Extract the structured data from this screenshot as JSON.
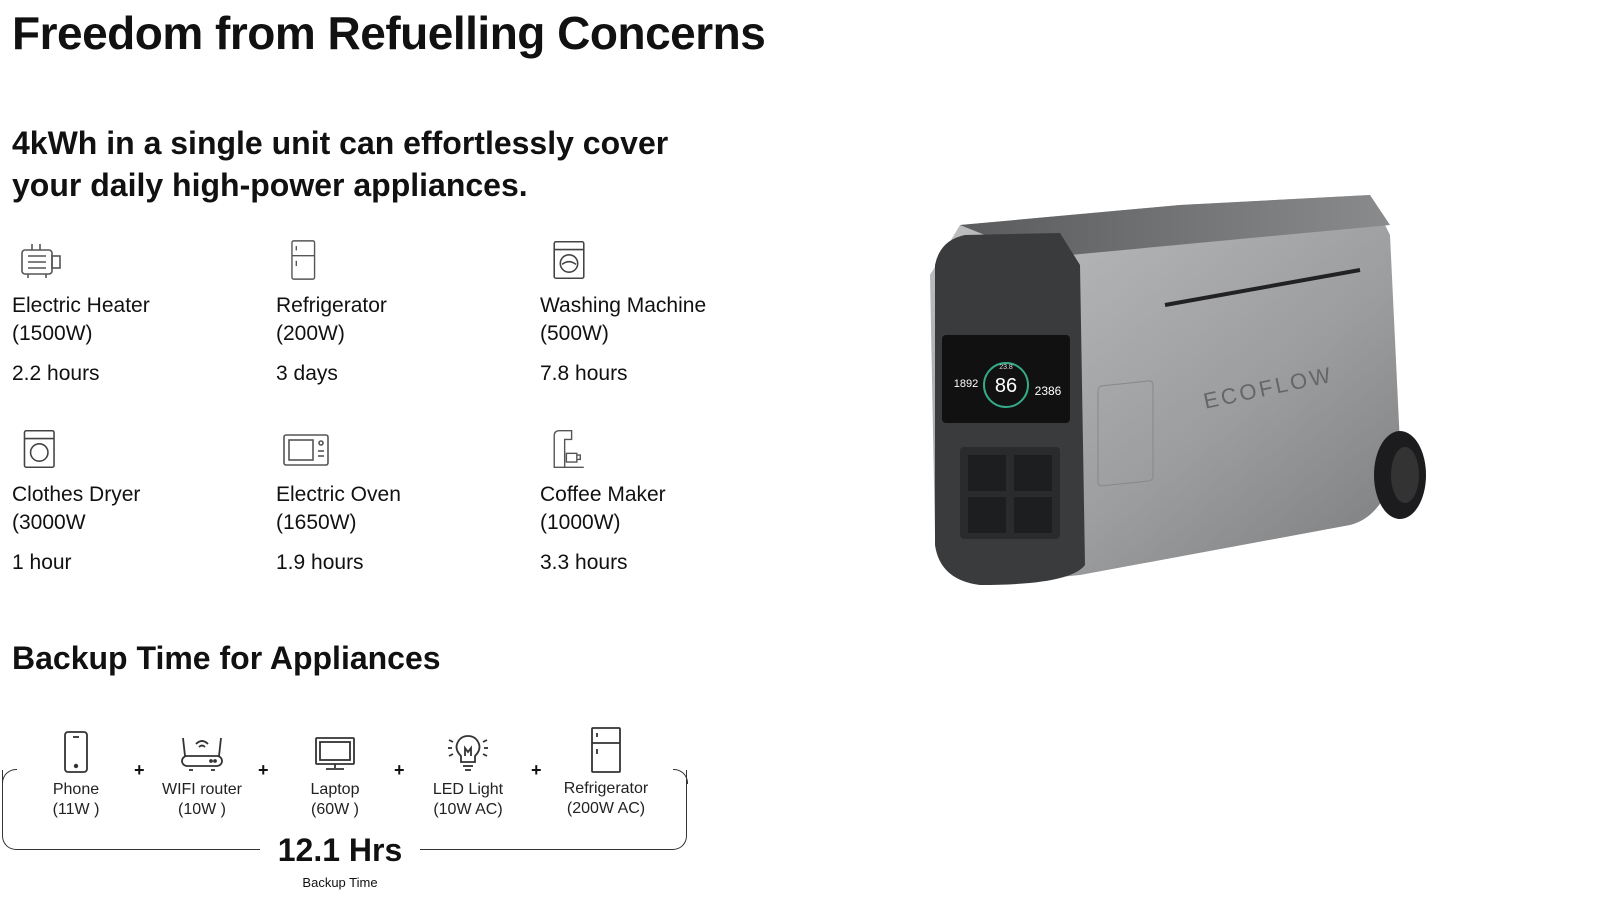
{
  "title": "Freedom from Refuelling Concerns",
  "subtitle_lines": [
    "4kWh in a single unit can effortlessly cover",
    "your daily high-power appliances."
  ],
  "appliances": [
    {
      "icon": "electric-heater-icon",
      "name": "Electric Heater",
      "power": "(1500W)",
      "time": "2.2 hours"
    },
    {
      "icon": "refrigerator-icon",
      "name": "Refrigerator",
      "power": "(200W)",
      "time": "3 days"
    },
    {
      "icon": "washing-machine-icon",
      "name": "Washing Machine",
      "power": "(500W)",
      "time": "7.8 hours"
    },
    {
      "icon": "clothes-dryer-icon",
      "name": "Clothes Dryer",
      "power": "(3000W",
      "time": "1 hour"
    },
    {
      "icon": "electric-oven-icon",
      "name": "Electric Oven",
      "power": "(1650W)",
      "time": "1.9 hours"
    },
    {
      "icon": "coffee-maker-icon",
      "name": "Coffee Maker",
      "power": "(1000W)",
      "time": "3.3 hours"
    }
  ],
  "backup": {
    "heading": "Backup Time for Appliances",
    "plus": "+",
    "items": [
      {
        "icon": "phone-icon",
        "name": "Phone",
        "power": "(11W )"
      },
      {
        "icon": "wifi-router-icon",
        "name": "WIFI router",
        "power": "(10W )"
      },
      {
        "icon": "laptop-icon",
        "name": "Laptop",
        "power": "(60W )"
      },
      {
        "icon": "led-light-icon",
        "name": "LED Light",
        "power": "(10W AC)"
      },
      {
        "icon": "refrigerator-icon",
        "name": "Refrigerator",
        "power": "(200W AC)"
      }
    ],
    "total": "12.1 Hrs",
    "total_label": "Backup Time"
  },
  "product": {
    "brand": "ECOFLOW",
    "display": {
      "input": "1892",
      "battery": "86",
      "output": "2386",
      "temp": "23.8"
    }
  }
}
